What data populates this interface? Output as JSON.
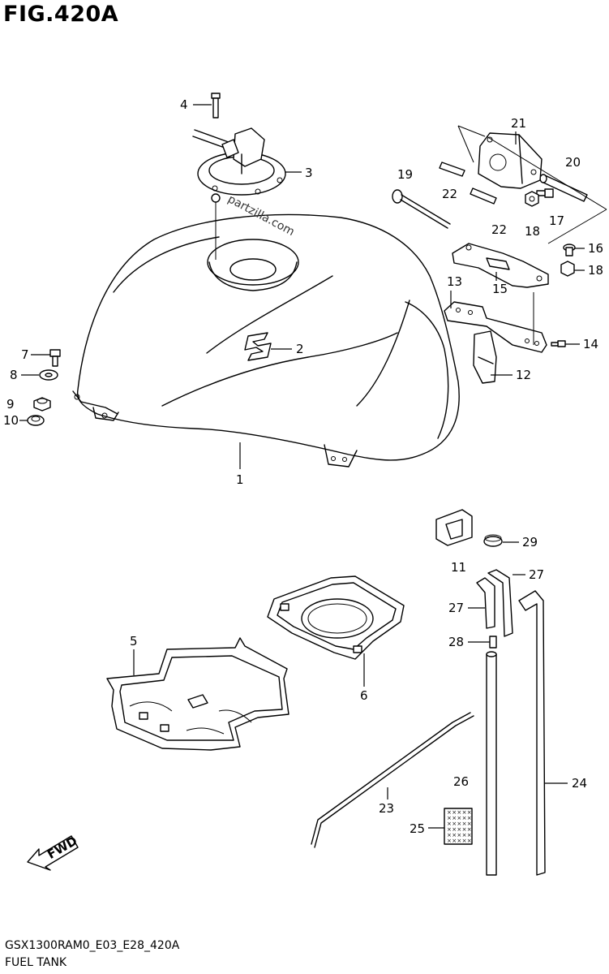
{
  "figure": {
    "title": "FIG.420A",
    "code": "GSX1300RAM0_E03_E28_420A",
    "name": "FUEL TANK",
    "watermark": "partzilla.com",
    "fwd_label": "FWD"
  },
  "callouts": [
    {
      "id": "1",
      "label": "1"
    },
    {
      "id": "2",
      "label": "2"
    },
    {
      "id": "3",
      "label": "3"
    },
    {
      "id": "4",
      "label": "4"
    },
    {
      "id": "5",
      "label": "5"
    },
    {
      "id": "6",
      "label": "6"
    },
    {
      "id": "7",
      "label": "7"
    },
    {
      "id": "8",
      "label": "8"
    },
    {
      "id": "9",
      "label": "9"
    },
    {
      "id": "10",
      "label": "10"
    },
    {
      "id": "11",
      "label": "11"
    },
    {
      "id": "12",
      "label": "12"
    },
    {
      "id": "13",
      "label": "13"
    },
    {
      "id": "14",
      "label": "14"
    },
    {
      "id": "15",
      "label": "15"
    },
    {
      "id": "16",
      "label": "16"
    },
    {
      "id": "17",
      "label": "17"
    },
    {
      "id": "18a",
      "label": "18"
    },
    {
      "id": "18b",
      "label": "18"
    },
    {
      "id": "19",
      "label": "19"
    },
    {
      "id": "20",
      "label": "20"
    },
    {
      "id": "21",
      "label": "21"
    },
    {
      "id": "22a",
      "label": "22"
    },
    {
      "id": "22b",
      "label": "22"
    },
    {
      "id": "23",
      "label": "23"
    },
    {
      "id": "24",
      "label": "24"
    },
    {
      "id": "25",
      "label": "25"
    },
    {
      "id": "26",
      "label": "26"
    },
    {
      "id": "27a",
      "label": "27"
    },
    {
      "id": "27b",
      "label": "27"
    },
    {
      "id": "28",
      "label": "28"
    },
    {
      "id": "29",
      "label": "29"
    }
  ]
}
